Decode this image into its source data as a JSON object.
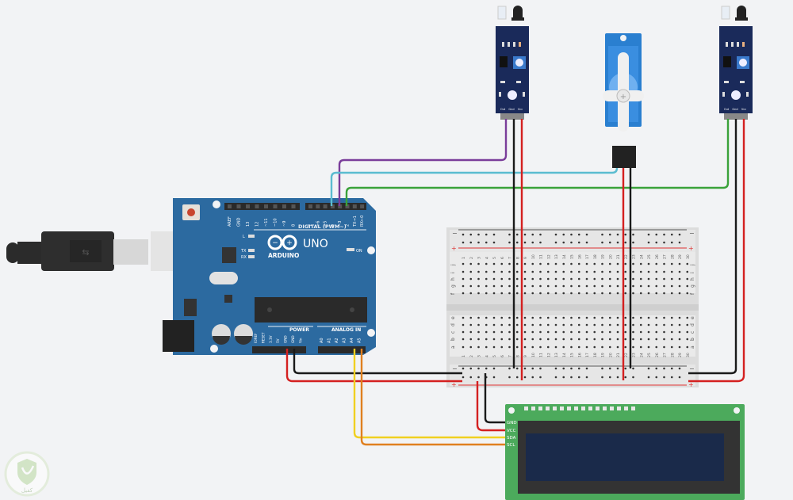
{
  "diagram": {
    "title": "Arduino UNO circuit with IR sensors, servo, breadboard and I2C LCD",
    "background_color": "#f2f3f5"
  },
  "arduino": {
    "brand": "ARDUINO",
    "model": "UNO",
    "board_color": "#2c6aa0",
    "digital_header_label": "DIGITAL (PWM~)",
    "digital_pins": [
      "AREF",
      "GND",
      "13",
      "12",
      "~11",
      "~10",
      "~9",
      "8",
      "7",
      "~6",
      "~5",
      "4",
      "~3",
      "2",
      "TX→1",
      "RX←0"
    ],
    "power_header_label": "POWER",
    "power_pins": [
      "IOREF",
      "RESET",
      "3.3V",
      "5V",
      "GND",
      "GND",
      "Vin"
    ],
    "analog_header_label": "ANALOG IN",
    "analog_pins": [
      "A0",
      "A1",
      "A2",
      "A3",
      "A4",
      "A5"
    ],
    "led_labels": [
      "L",
      "TX",
      "RX"
    ],
    "on_label": "ON"
  },
  "ir_sensor_left": {
    "pins": [
      "Out",
      "Gnd",
      "Vcc"
    ],
    "board_color": "#1a2a5a"
  },
  "ir_sensor_right": {
    "pins": [
      "Out",
      "Gnd",
      "Vcc"
    ],
    "board_color": "#1a2a5a"
  },
  "servo": {
    "color": "#2a7fd0",
    "wires": [
      "signal",
      "power",
      "ground"
    ]
  },
  "breadboard": {
    "rail_minus": "−",
    "rail_plus": "+",
    "row_letters_top": [
      "j",
      "i",
      "h",
      "g",
      "f"
    ],
    "row_letters_bottom": [
      "e",
      "d",
      "c",
      "b",
      "a"
    ],
    "columns": 30
  },
  "lcd": {
    "pins": [
      "GND",
      "VCC",
      "SDA",
      "SCL"
    ],
    "board_color": "#4caa5c",
    "screen_color": "#1a2a4a"
  },
  "wires": [
    {
      "from": "Arduino D3",
      "to": "IR left Out",
      "color": "#7a3d9a"
    },
    {
      "from": "Arduino D4",
      "to": "Servo signal",
      "color": "#5bbcd0"
    },
    {
      "from": "Arduino D2",
      "to": "IR right Out",
      "color": "#3aa23a"
    },
    {
      "from": "Arduino 5V",
      "to": "Breadboard + rail",
      "color": "#d42020"
    },
    {
      "from": "Arduino GND",
      "to": "Breadboard − rail",
      "color": "#1a1a1a"
    },
    {
      "from": "Arduino A4",
      "to": "LCD SDA",
      "color": "#f0d020"
    },
    {
      "from": "Arduino A5",
      "to": "LCD SCL",
      "color": "#e08020"
    }
  ],
  "watermark": {
    "text": "كفيل"
  }
}
